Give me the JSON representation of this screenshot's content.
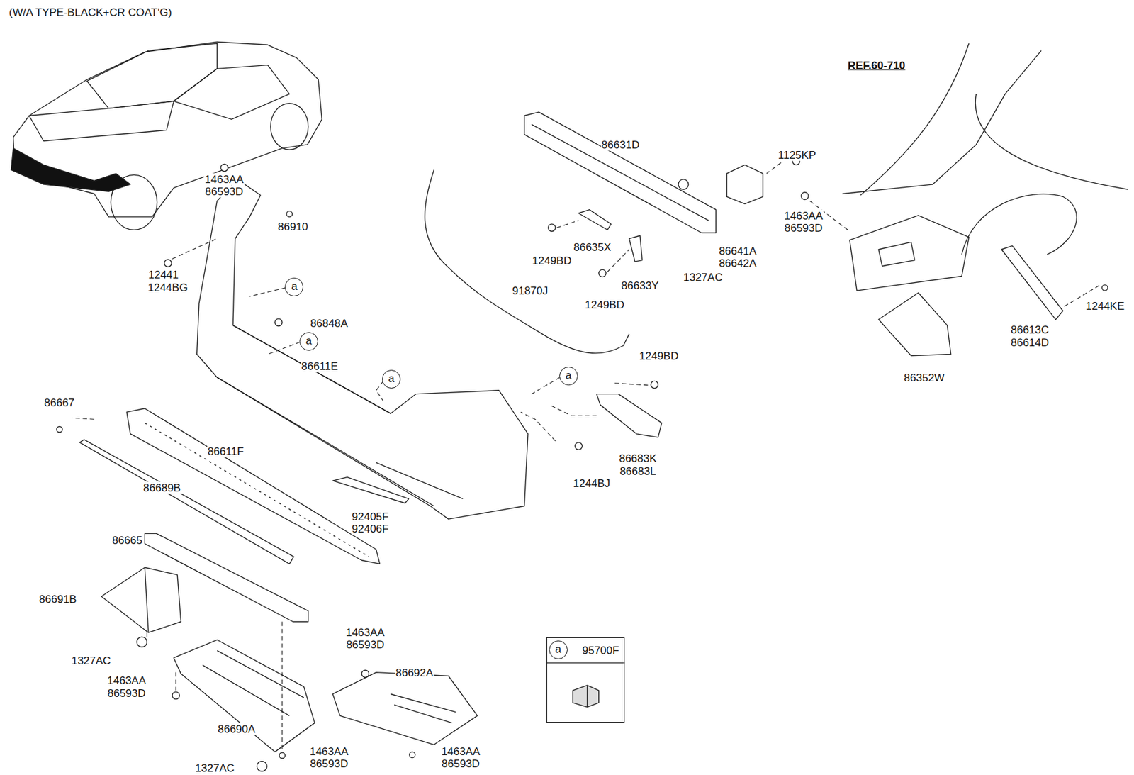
{
  "diagram": {
    "title": "(W/A TYPE-BLACK+CR COAT'G)",
    "nodes": [
      {
        "text": [
          "a"
        ]
      },
      {
        "text": [
          "a"
        ]
      },
      {
        "text": [
          "a"
        ]
      },
      {
        "text": [
          "a"
        ]
      },
      {
        "text": [
          "95700F"
        ]
      },
      {
        "text": [
          "a"
        ],
        "in": 4
      }
    ],
    "labels": [
      "1463AA",
      "86593D",
      "86910",
      "12441",
      "1244BG",
      "86848A",
      "86611E",
      "86667",
      "86611F",
      "86689B",
      "86665",
      "86691B",
      "1327AC",
      "1463AA",
      "86593D",
      "86690A",
      "1327AC",
      "1463AA",
      "86593D",
      "1463AA",
      "86593D",
      "86692A",
      "1463AA",
      "86593D",
      "91870J",
      "92405F",
      "92406F",
      "1244BJ",
      "86683K",
      "86683L",
      "1249BD",
      "86631D",
      "1125KP",
      "1249BD",
      "86635X",
      "86633Y",
      "1249BD",
      "1327AC",
      "86641A",
      "86642A",
      "REF.60-710",
      "1463AA",
      "86593D",
      "1244KE",
      "86613C",
      "86614D",
      "86352W"
    ]
  }
}
